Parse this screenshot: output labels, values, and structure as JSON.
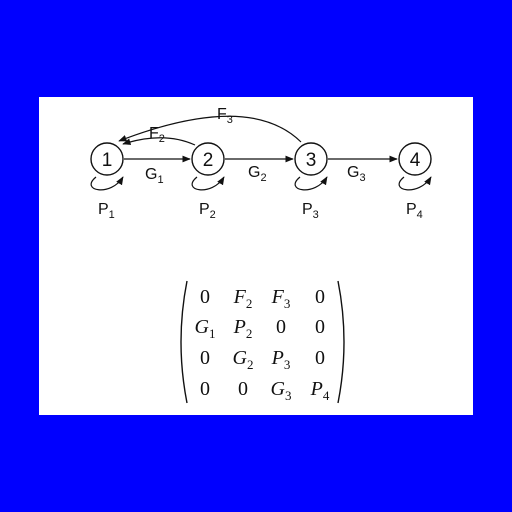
{
  "colors": {
    "background": "#0000ff",
    "panel": "#ffffff",
    "ink": "#111111"
  },
  "nodes": [
    {
      "id": "n1",
      "label": "1"
    },
    {
      "id": "n2",
      "label": "2"
    },
    {
      "id": "n3",
      "label": "3"
    },
    {
      "id": "n4",
      "label": "4"
    }
  ],
  "edges": {
    "g1": {
      "main": "G",
      "sub": "1"
    },
    "g2": {
      "main": "G",
      "sub": "2"
    },
    "g3": {
      "main": "G",
      "sub": "3"
    },
    "f2": {
      "main": "F",
      "sub": "2"
    },
    "f3": {
      "main": "F",
      "sub": "3"
    },
    "p1": {
      "main": "P",
      "sub": "1"
    },
    "p2": {
      "main": "P",
      "sub": "2"
    },
    "p3": {
      "main": "P",
      "sub": "3"
    },
    "p4": {
      "main": "P",
      "sub": "4"
    }
  },
  "matrix": {
    "rows": [
      [
        {
          "main": "0",
          "sub": ""
        },
        {
          "main": "F",
          "sub": "2"
        },
        {
          "main": "F",
          "sub": "3"
        },
        {
          "main": "0",
          "sub": ""
        }
      ],
      [
        {
          "main": "G",
          "sub": "1"
        },
        {
          "main": "P",
          "sub": "2"
        },
        {
          "main": "0",
          "sub": ""
        },
        {
          "main": "0",
          "sub": ""
        }
      ],
      [
        {
          "main": "0",
          "sub": ""
        },
        {
          "main": "G",
          "sub": "2"
        },
        {
          "main": "P",
          "sub": "3"
        },
        {
          "main": "0",
          "sub": ""
        }
      ],
      [
        {
          "main": "0",
          "sub": ""
        },
        {
          "main": "0",
          "sub": ""
        },
        {
          "main": "G",
          "sub": "3"
        },
        {
          "main": "P",
          "sub": "4"
        }
      ]
    ]
  }
}
